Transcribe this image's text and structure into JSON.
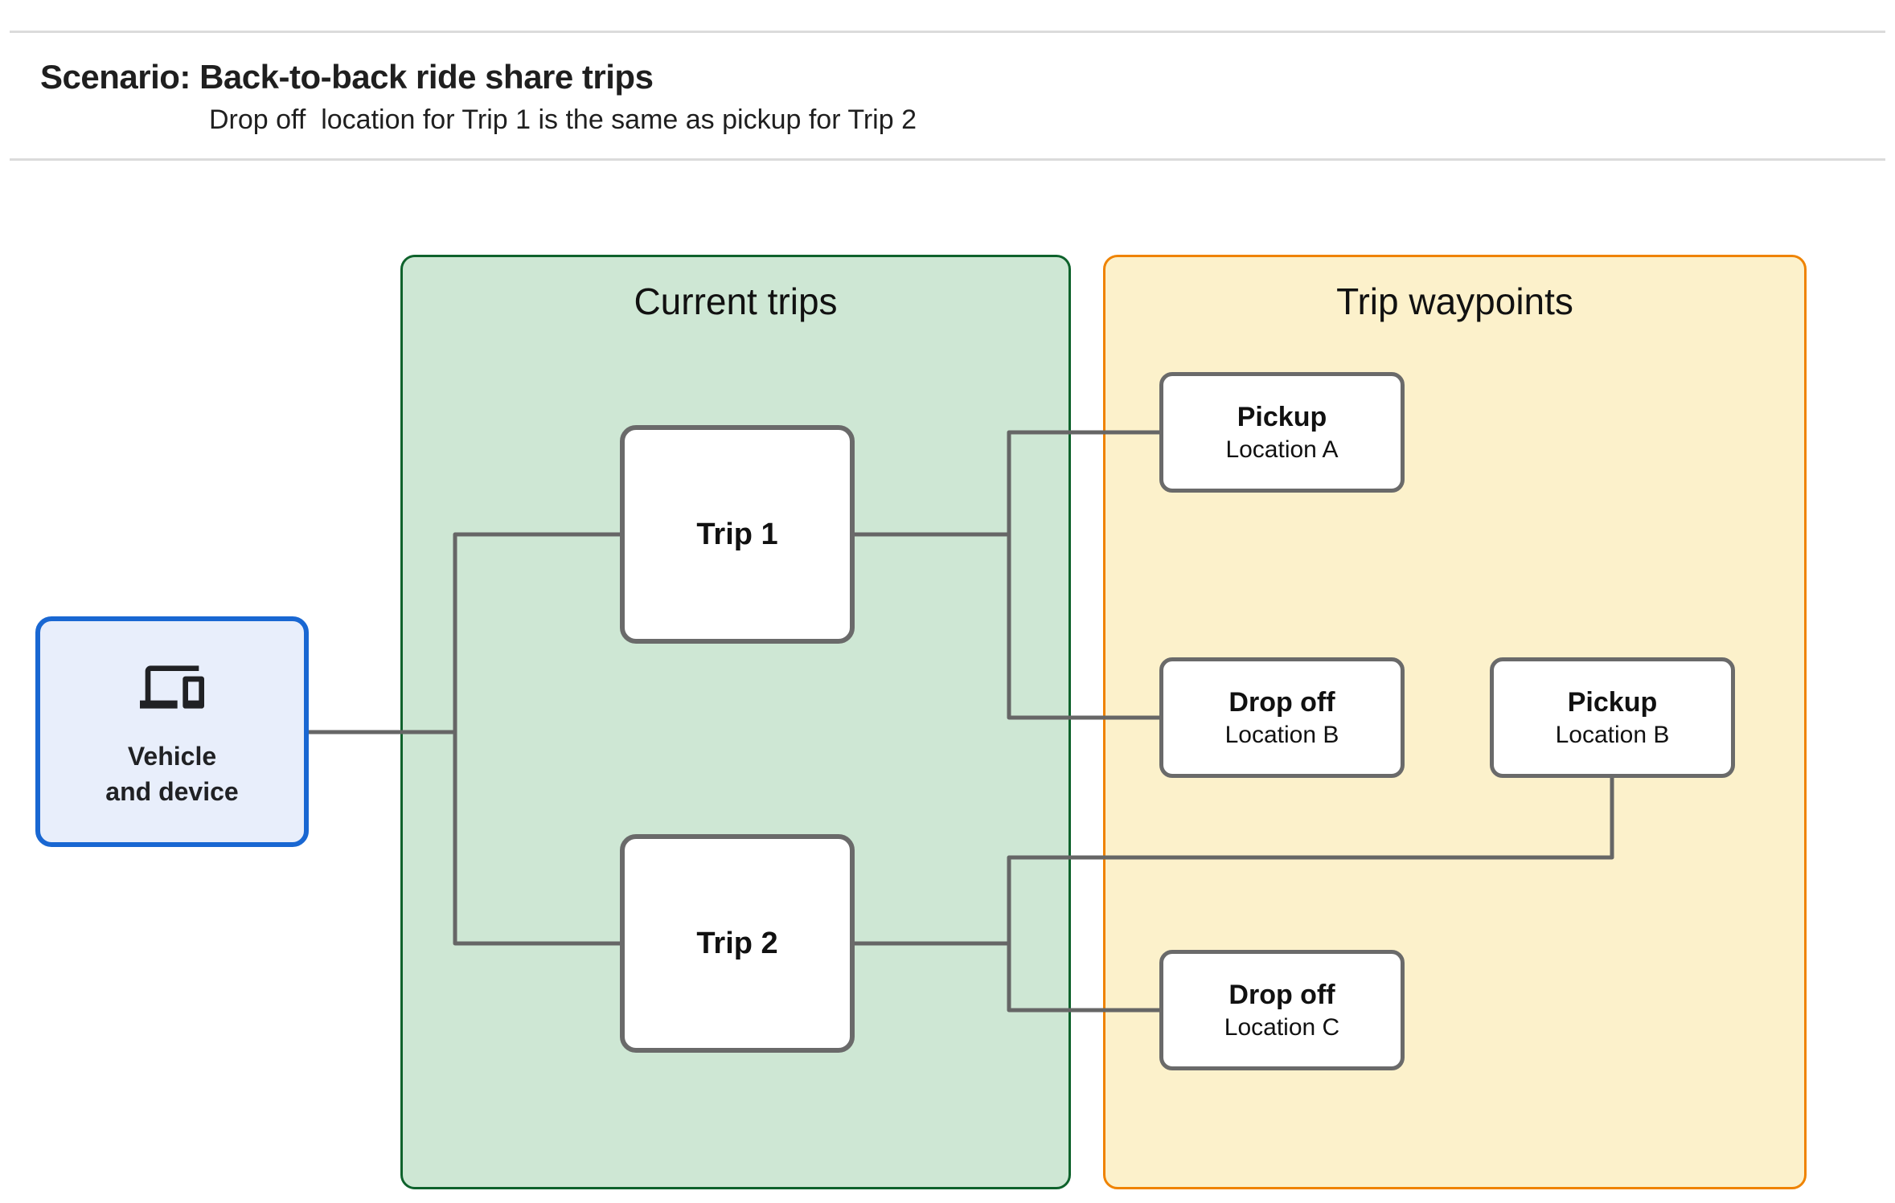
{
  "header": {
    "title": "Scenario: Back-to-back ride share trips",
    "subtitle": "Drop off  location for Trip 1 is the same as pickup for Trip 2"
  },
  "panels": {
    "current_trips": {
      "title": "Current trips"
    },
    "trip_waypoints": {
      "title": "Trip waypoints"
    }
  },
  "vehicle": {
    "icon": "devices-icon",
    "line1": "Vehicle",
    "line2": "and device"
  },
  "trips": [
    {
      "label": "Trip 1"
    },
    {
      "label": "Trip 2"
    }
  ],
  "waypoints": [
    {
      "title": "Pickup",
      "subtitle": "Location A"
    },
    {
      "title": "Drop off",
      "subtitle": "Location B"
    },
    {
      "title": "Pickup",
      "subtitle": "Location B"
    },
    {
      "title": "Drop off",
      "subtitle": "Location C"
    }
  ],
  "colors": {
    "vehicle_border": "#1967d2",
    "vehicle_bg": "#e8eefb",
    "green_border": "#0e622c",
    "green_bg": "#cee7d4",
    "orange_border": "#ef8300",
    "orange_bg": "#fcf1cb",
    "node_border": "#6a6a6a",
    "connector": "#666666",
    "divider": "#dbdbdb",
    "text": "#1f1f1f"
  }
}
